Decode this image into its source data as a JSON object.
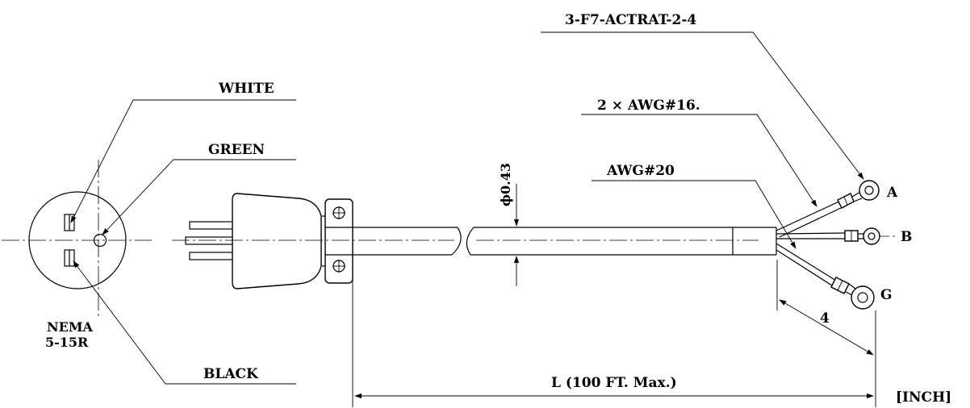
{
  "labels": {
    "white": "WHITE",
    "green": "GREEN",
    "black": "BLACK",
    "nema_line1": "NEMA",
    "nema_line2": "5-15R",
    "diameter": "ϕ0.43",
    "part_number": "3-F7-ACTRAT-2-4",
    "wire_16": "2 × AWG#16.",
    "wire_20": "AWG#20",
    "terminal_a": "A",
    "terminal_b": "B",
    "terminal_g": "G",
    "lead_length": "4",
    "cable_length": "L (100 FT. Max.)",
    "unit": "[INCH]"
  }
}
